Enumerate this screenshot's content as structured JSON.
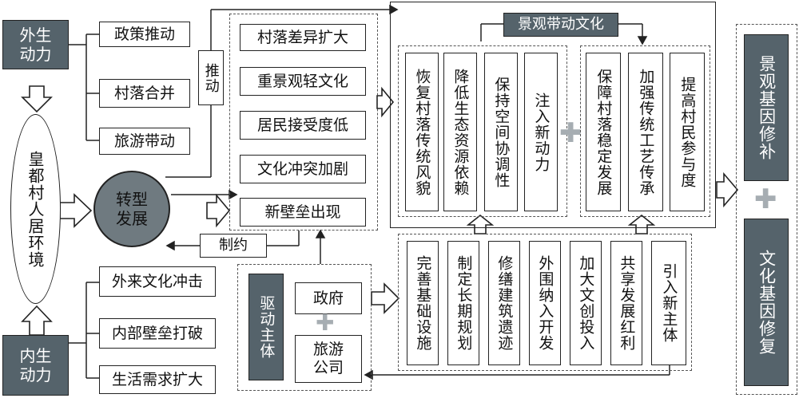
{
  "exogenous": {
    "title": "外生动力",
    "items": [
      "政策推动",
      "村落合并",
      "旅游带动"
    ]
  },
  "endogenous": {
    "title": "内生动力",
    "items": [
      "外来文化冲击",
      "内部壁垒打破",
      "生活需求扩大"
    ]
  },
  "environment": "皇都村人居环境",
  "transformation": "转型发展",
  "push_label": "推动",
  "constraint_label": "制约",
  "problems": [
    "村落差异扩大",
    "重景观轻文化",
    "居民接受度低",
    "文化冲突加剧",
    "新壁垒出现"
  ],
  "landscape_culture": "景观带动文化",
  "goals_left": [
    "恢复村落传统风貌",
    "降低生态资源依赖",
    "保持空间协调性",
    "注入新动力"
  ],
  "goals_right": [
    "保障村落稳定发展",
    "加强传统工艺传承",
    "提高村民参与度"
  ],
  "driver": {
    "title": "驱动主体",
    "gov": "政府",
    "company": "旅游公司"
  },
  "actions": [
    "完善基础设施",
    "制定长期规划",
    "修缮建筑遗迹",
    "外围纳入开发",
    "加大文创投入",
    "共享发展红利",
    "引入新主体"
  ],
  "results": {
    "top": "景观基因修补",
    "bottom": "文化基因修复"
  }
}
